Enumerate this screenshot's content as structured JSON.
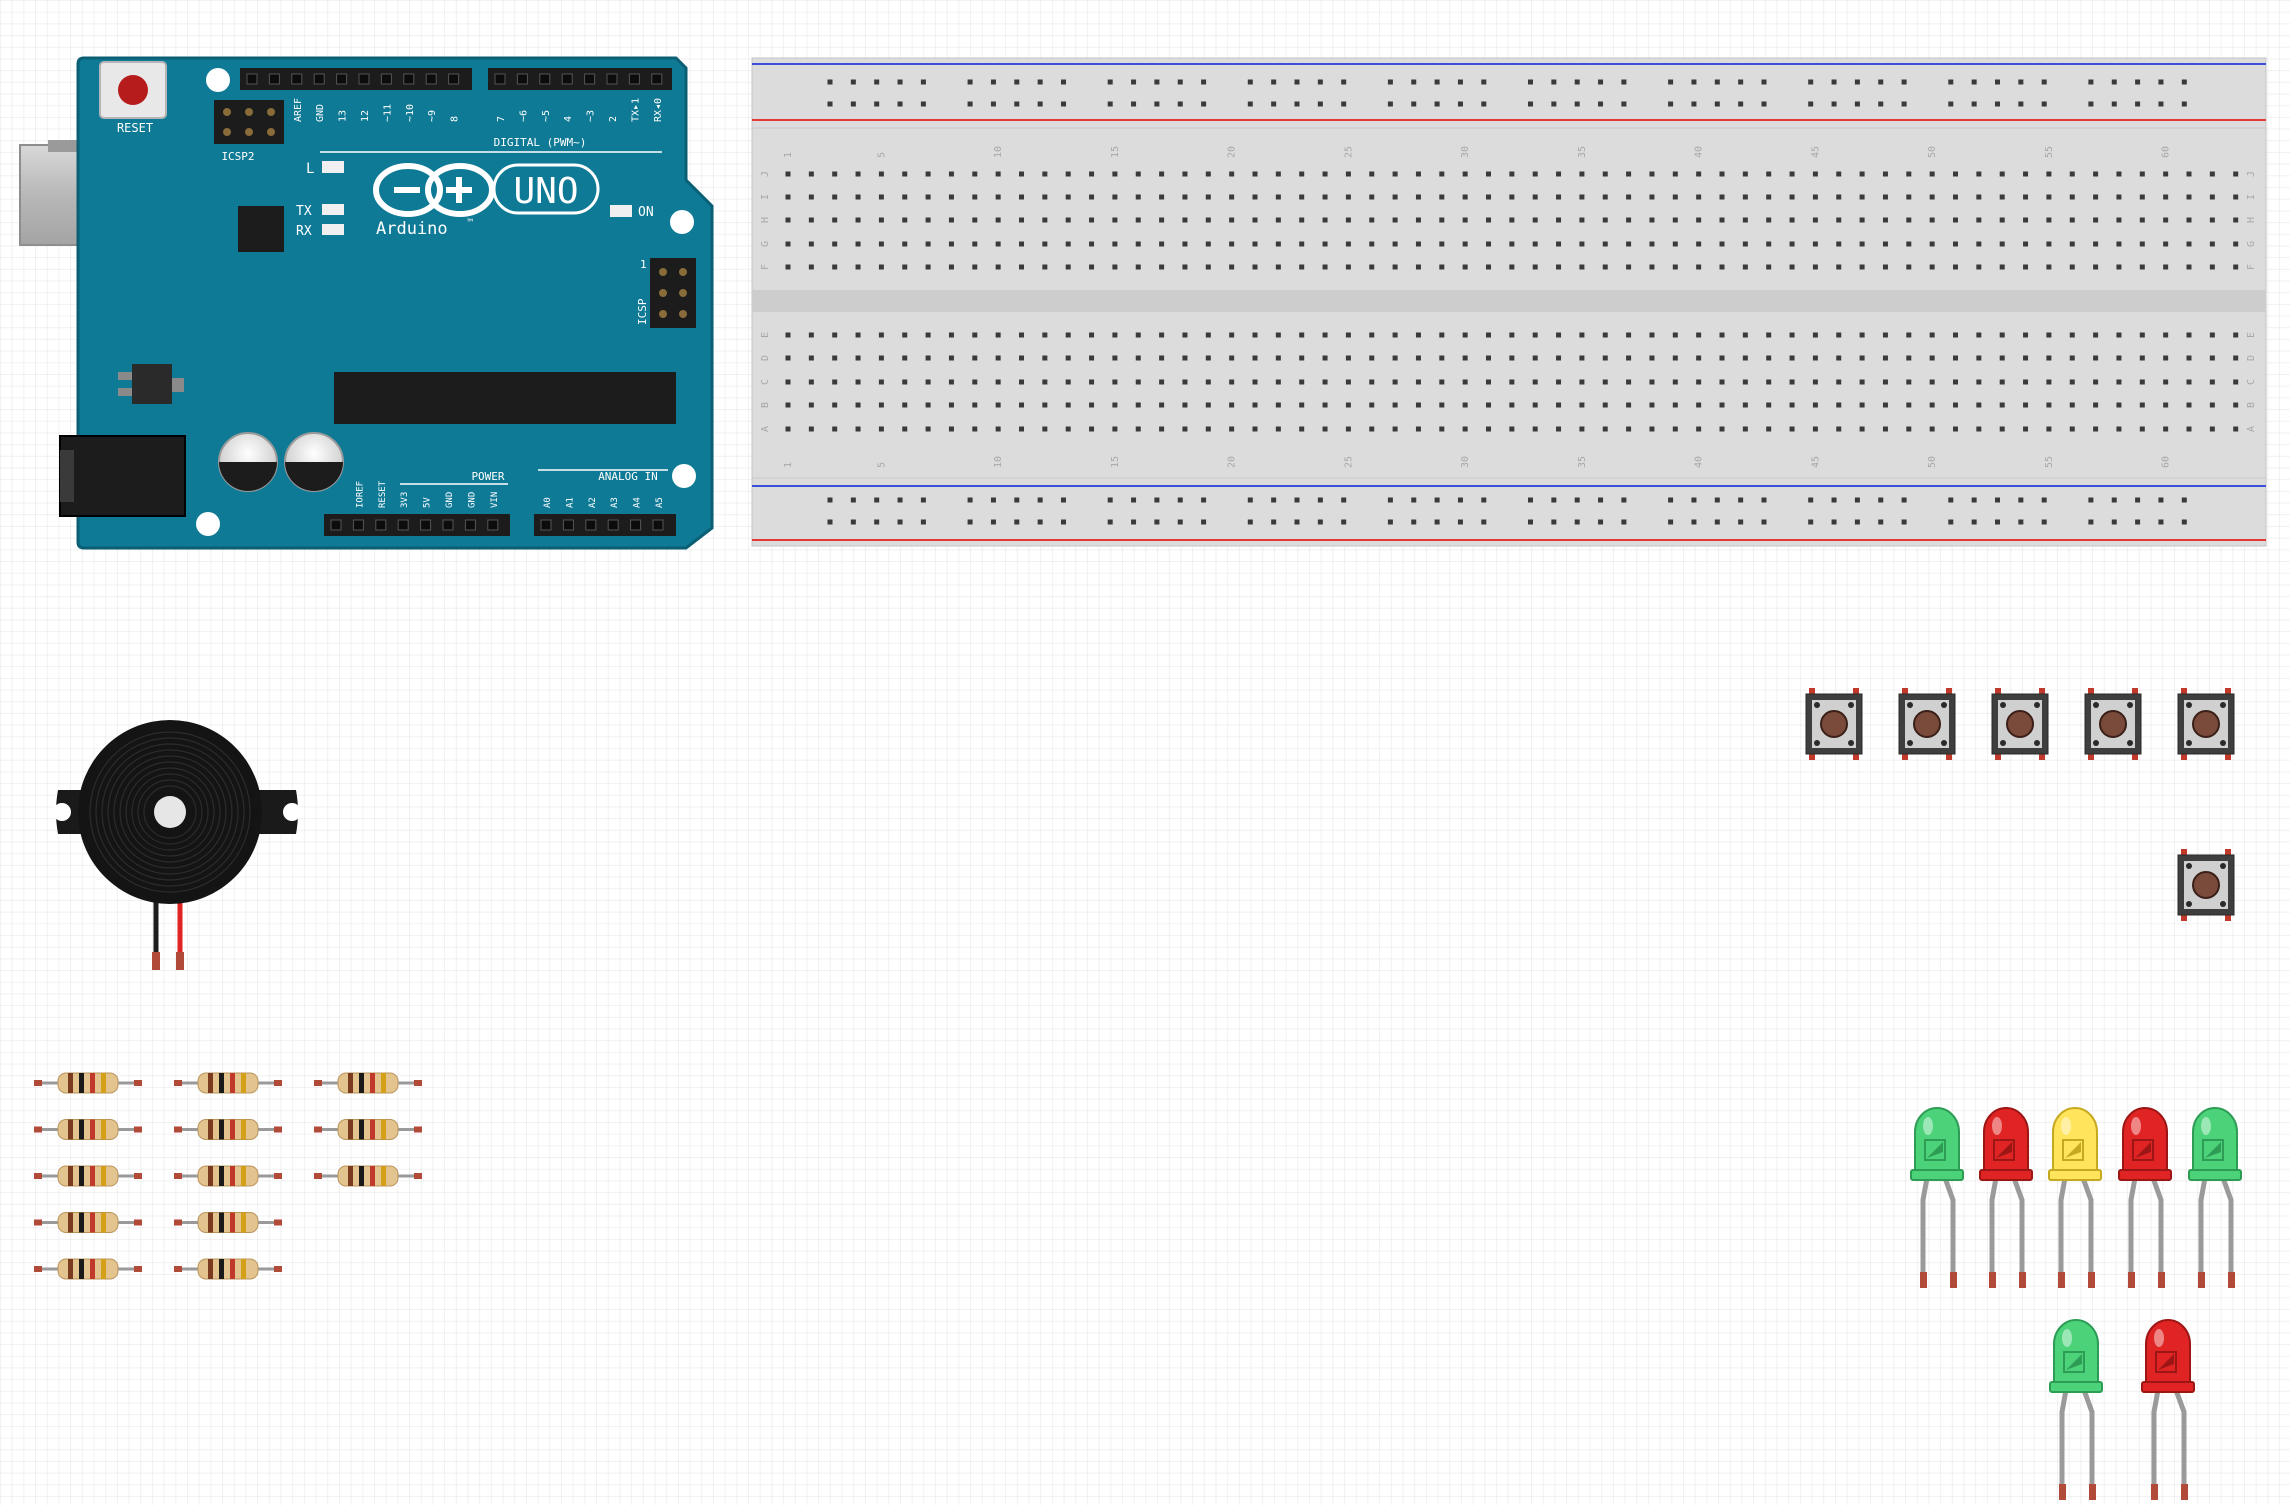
{
  "arduino": {
    "reset": "RESET",
    "icsp2": "ICSP2",
    "digital": "DIGITAL (PWM~)",
    "uno": "UNO",
    "brand": "Arduino",
    "tm": "™",
    "l": "L",
    "tx": "TX",
    "rx": "RX",
    "on": "ON",
    "icsp": "ICSP",
    "icsp_pin": "1",
    "power": "POWER",
    "analog": "ANALOG IN",
    "aref": "AREF",
    "gnd": "GND",
    "pins_digital_hi": [
      "13",
      "12",
      "~11",
      "~10",
      "~9",
      "8"
    ],
    "pins_digital_lo": [
      "7",
      "~6",
      "~5",
      "4",
      "~3",
      "2",
      "TX▸1",
      "RX◂0"
    ],
    "pins_power": [
      "IOREF",
      "RESET",
      "3V3",
      "5V",
      "GND",
      "GND",
      "VIN"
    ],
    "pins_analog": [
      "A0",
      "A1",
      "A2",
      "A3",
      "A4",
      "A5"
    ]
  },
  "breadboard": {
    "col_numbers": [
      "1",
      "5",
      "10",
      "15",
      "20",
      "25",
      "30",
      "35",
      "40",
      "45",
      "50",
      "55",
      "60"
    ],
    "rows_top": [
      "J",
      "I",
      "H",
      "G",
      "F"
    ],
    "rows_bottom": [
      "E",
      "D",
      "C",
      "B",
      "A"
    ]
  },
  "colors": {
    "board": "#0f7a96",
    "board_edge": "#0b5f75",
    "breadboard": "#dcdcdc",
    "rail_red": "#e53935",
    "rail_blue": "#3b4fd8",
    "led_green": "#4cd37a",
    "led_red": "#e02424",
    "led_yellow": "#ffe45c",
    "button_body": "#3e3e3e",
    "button_cap": "#7a4a3a"
  },
  "leds": [
    "green",
    "red",
    "yellow",
    "red",
    "green",
    "green",
    "red"
  ],
  "resistors": {
    "columns": [
      5,
      5,
      3
    ]
  },
  "buttons": {
    "count": 6
  },
  "buzzer": {
    "count": 1
  }
}
